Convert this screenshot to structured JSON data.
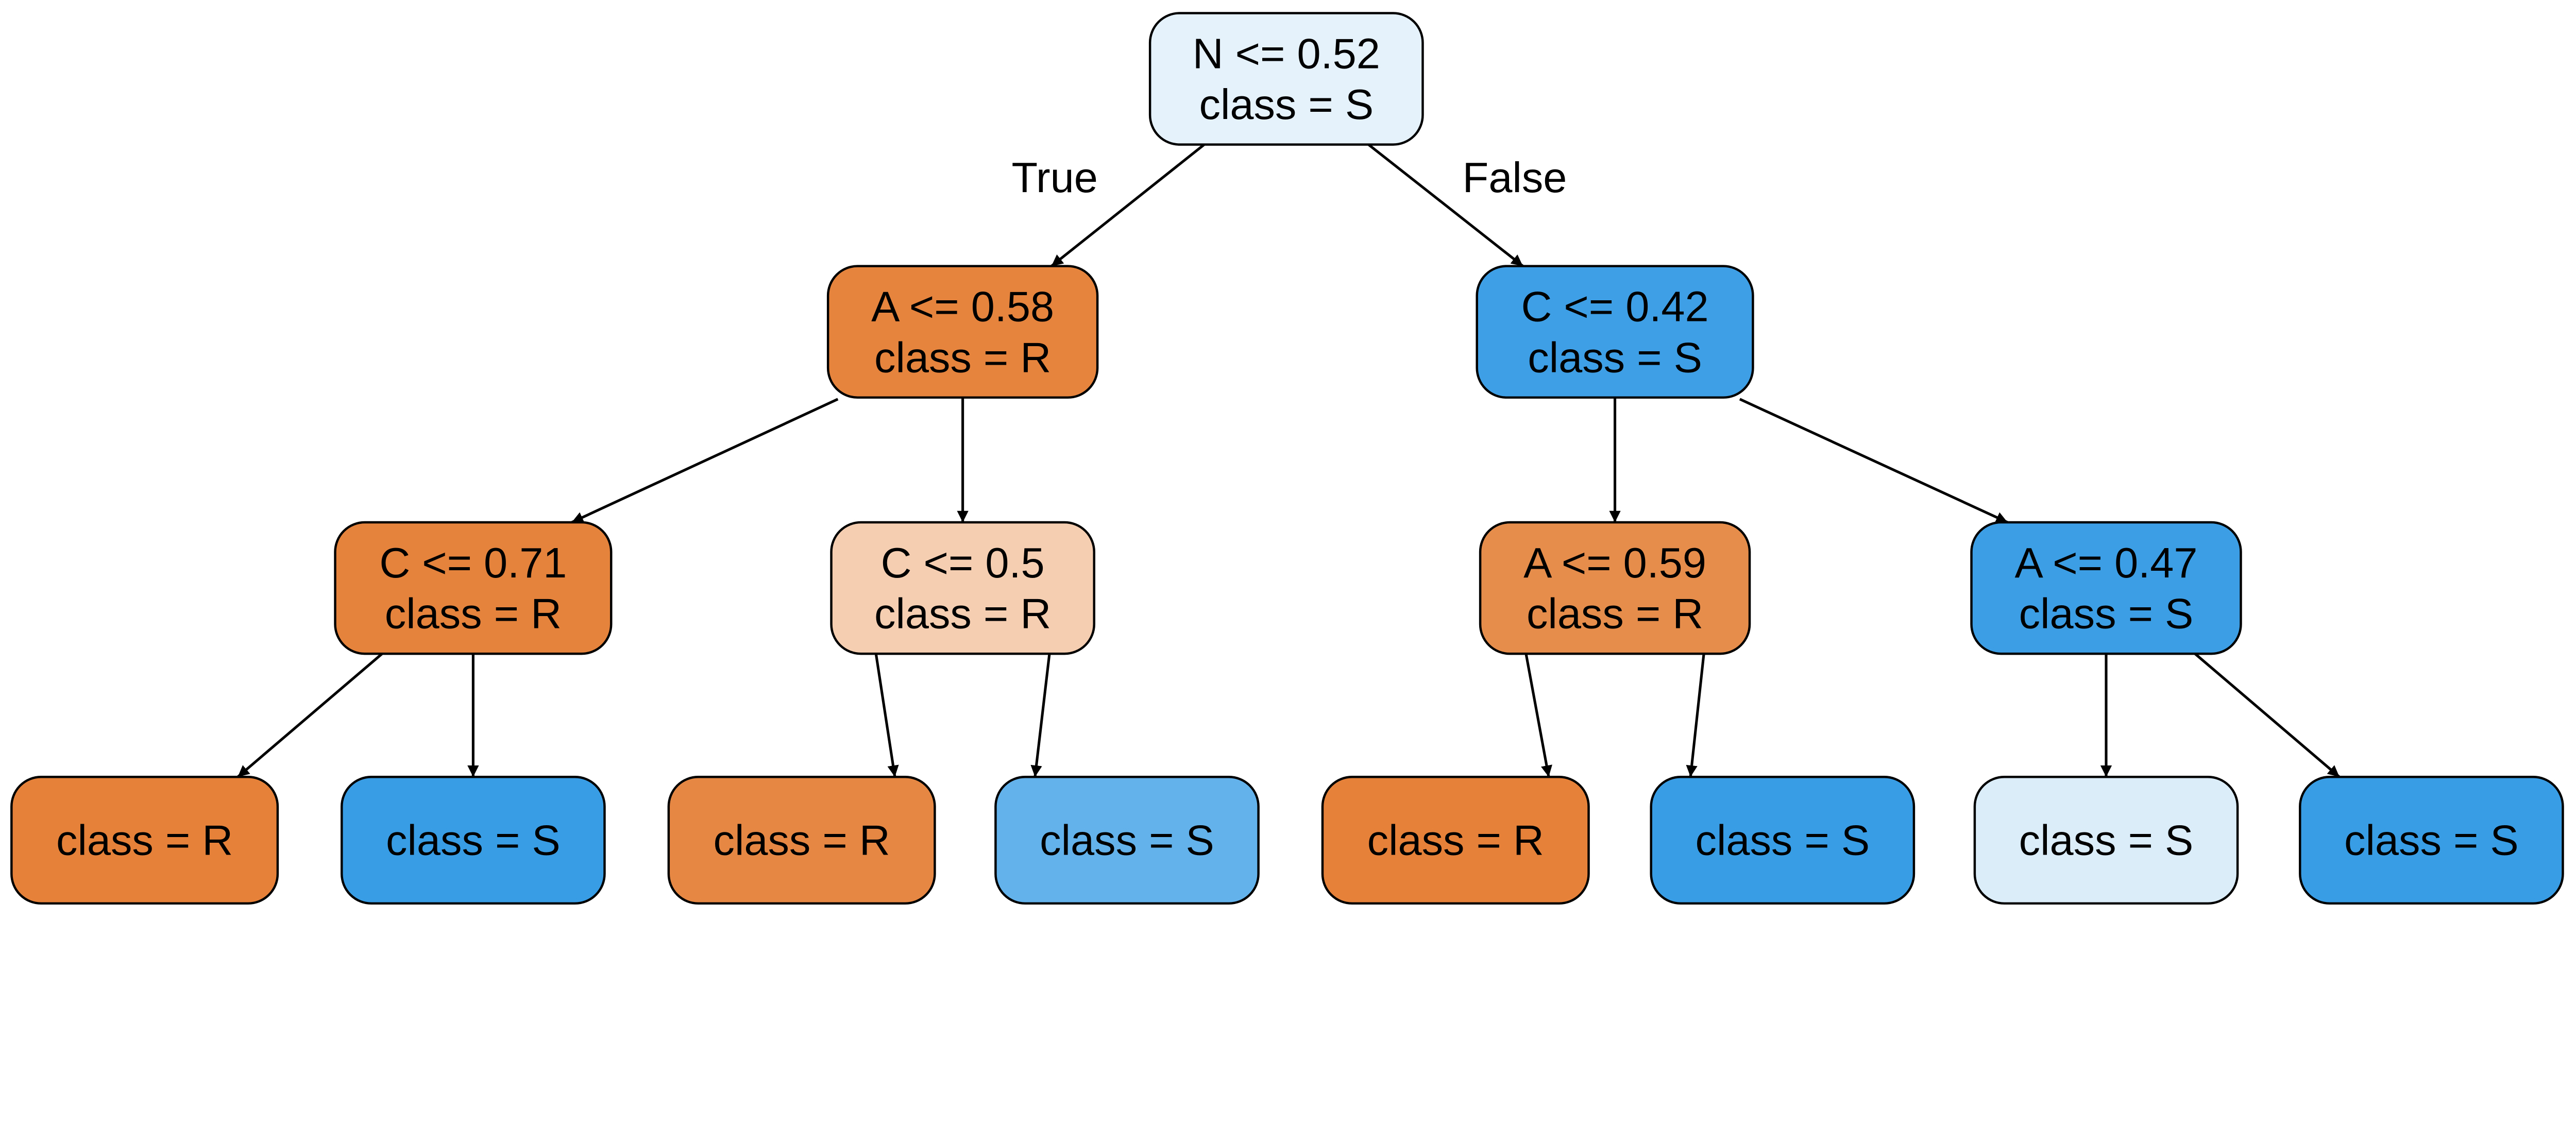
{
  "tree": {
    "nodes": [
      {
        "id": "n0",
        "lines": [
          "N <= 0.52",
          "class = S"
        ],
        "fill": "#e5f2fc"
      },
      {
        "id": "n1",
        "lines": [
          "A <= 0.58",
          "class = R"
        ],
        "fill": "#e6843e"
      },
      {
        "id": "n2",
        "lines": [
          "C <= 0.42",
          "class = S"
        ],
        "fill": "#3e9fe6"
      },
      {
        "id": "n3",
        "lines": [
          "C <= 0.71",
          "class = R"
        ],
        "fill": "#e5823b"
      },
      {
        "id": "n4",
        "lines": [
          "C <= 0.5",
          "class = R"
        ],
        "fill": "#f5cdb0"
      },
      {
        "id": "n5",
        "lines": [
          "A <= 0.59",
          "class = R"
        ],
        "fill": "#e68d4b"
      },
      {
        "id": "n6",
        "lines": [
          "A <= 0.47",
          "class = S"
        ],
        "fill": "#3c9ee5"
      },
      {
        "id": "n7",
        "lines": [
          "class = R"
        ],
        "fill": "#e58139"
      },
      {
        "id": "n8",
        "lines": [
          "class = S"
        ],
        "fill": "#399de5"
      },
      {
        "id": "n9",
        "lines": [
          "class = R"
        ],
        "fill": "#e68844"
      },
      {
        "id": "n10",
        "lines": [
          "class = S"
        ],
        "fill": "#63b2eb"
      },
      {
        "id": "n11",
        "lines": [
          "class = R"
        ],
        "fill": "#e58139"
      },
      {
        "id": "n12",
        "lines": [
          "class = S"
        ],
        "fill": "#399de5"
      },
      {
        "id": "n13",
        "lines": [
          "class = S"
        ],
        "fill": "#dcedfa"
      },
      {
        "id": "n14",
        "lines": [
          "class = S"
        ],
        "fill": "#399de5"
      }
    ],
    "edges": [
      {
        "from": "n0",
        "to": "n1",
        "label": "True"
      },
      {
        "from": "n0",
        "to": "n2",
        "label": "False"
      },
      {
        "from": "n1",
        "to": "n3"
      },
      {
        "from": "n1",
        "to": "n4"
      },
      {
        "from": "n2",
        "to": "n5"
      },
      {
        "from": "n2",
        "to": "n6"
      },
      {
        "from": "n3",
        "to": "n7"
      },
      {
        "from": "n3",
        "to": "n8"
      },
      {
        "from": "n4",
        "to": "n9"
      },
      {
        "from": "n4",
        "to": "n10"
      },
      {
        "from": "n5",
        "to": "n11"
      },
      {
        "from": "n5",
        "to": "n12"
      },
      {
        "from": "n6",
        "to": "n13"
      },
      {
        "from": "n6",
        "to": "n14"
      }
    ]
  }
}
